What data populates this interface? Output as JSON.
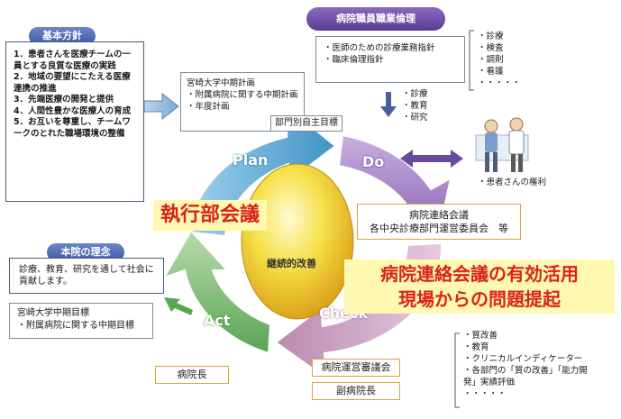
{
  "basic_policy": {
    "title": "基本方針",
    "items": [
      "1．患者さんを医療チームの一員とする良質な医療の実践",
      "2．地域の要望にこたえる医療連携の推進",
      "3．先端医療の開発と提供",
      "4．人間性豊かな医療人の育成",
      "5．お互いを尊重し、チームワークのとれた職場環境の整備"
    ]
  },
  "plan_box": {
    "items": [
      "宮崎大学中期計画",
      "・附属病院に関する中期計画",
      "・年度計画"
    ],
    "dept_goal": "部門別自主目標"
  },
  "ethics": {
    "title": "病院職員職業倫理",
    "items": [
      "・医師のための診療業務指針",
      "・臨床倫理指針"
    ]
  },
  "ethics_side": [
    "・診療",
    "・検査",
    "・調剤",
    "・看護",
    "・・・・・"
  ],
  "do_items": [
    "・診療",
    "・教育",
    "・研究"
  ],
  "patient_rights": "・患者さんの権利",
  "cycle": {
    "plan": "Plan",
    "do": "Do",
    "check": "Check",
    "act": "Act",
    "center": "継続的改善"
  },
  "exec_meeting": "執行部会議",
  "do_meeting": [
    "病院連絡会議",
    "各中央診療部門運営委員会　等"
  ],
  "check_callout": [
    "病院連絡会議の有効活用",
    "現場からの問題提起"
  ],
  "philosophy": {
    "title": "本院の理念",
    "text": "診療、教育、研究を通して社会に貢献します。"
  },
  "act_box": [
    "宮崎大学中期目標",
    "・附属病院に関する中期目標"
  ],
  "director": "病院長",
  "check_tags": [
    "病院運営審議会",
    "副病院長"
  ],
  "check_list": [
    "・質改善",
    "・教育",
    "・クリニカルインディケーター",
    "・各部門の「質の改善」「能力開発」実績評価",
    "・・・・・"
  ],
  "colors": {
    "plan_arrow": "#4fa3cf",
    "do_arrow": "#a97cc4",
    "check_arrow": "#c9a0c2",
    "act_arrow": "#75b06b",
    "center_egg": "#f2d33a",
    "callout_red": "#d9231c",
    "callout_bg": "#fff8b0"
  }
}
